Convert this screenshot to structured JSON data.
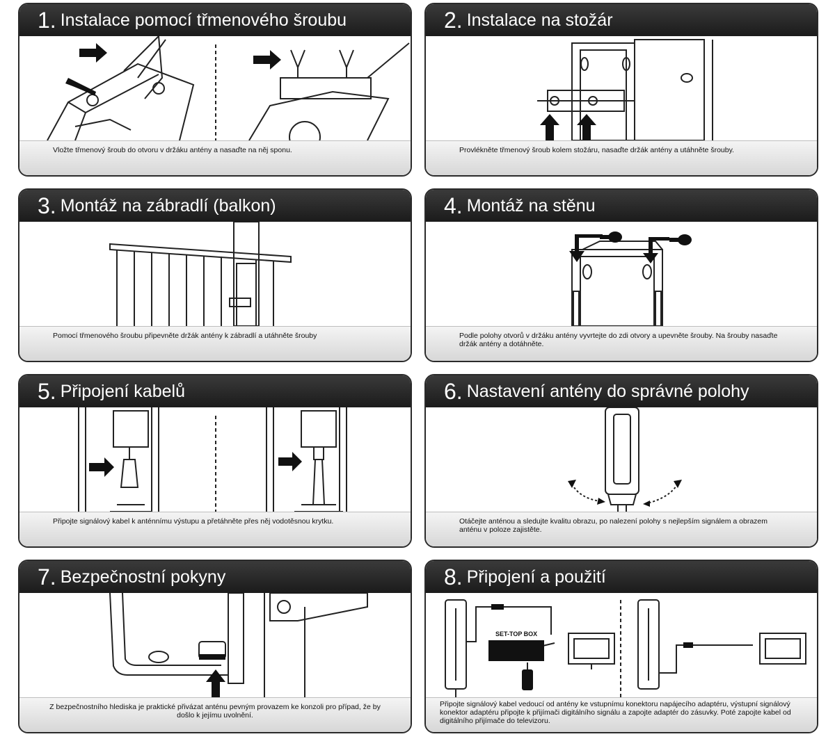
{
  "steps": [
    {
      "number": "1.",
      "title": "Instalace pomocí třmenového šroubu",
      "caption": "Vložte třmenový šroub do otvoru v držáku antény a nasaďte na něj sponu."
    },
    {
      "number": "2.",
      "title": "Instalace na stožár",
      "caption": "Provlékněte třmenový šroub kolem stožáru, nasaďte držák antény a utáhněte šrouby."
    },
    {
      "number": "3.",
      "title": "Montáž na zábradlí (balkon)",
      "caption": "Pomocí třmenového šroubu připevněte držák antény k zábradlí a utáhněte šrouby"
    },
    {
      "number": "4.",
      "title": "Montáž na stěnu",
      "caption": "Podle polohy otvorů v držáku antény vyvrtejte do zdi otvory a upevněte šrouby. Na šrouby nasaďte držák antény a dotáhněte."
    },
    {
      "number": "5.",
      "title": "Připojení kabelů",
      "caption": "Připojte signálový kabel k anténnímu výstupu a přetáhněte přes něj vodotěsnou krytku."
    },
    {
      "number": "6.",
      "title": "Nastavení antény do správné polohy",
      "caption": "Otáčejte anténou a sledujte kvalitu obrazu, po nalezení polohy s nejlepším signálem a obrazem anténu v poloze zajistěte."
    },
    {
      "number": "7.",
      "title": "Bezpečnostní pokyny",
      "caption": "Z bezpečnostního hlediska je praktické přivázat anténu pevným provazem ke konzoli pro případ, že by došlo k jejímu uvolnění."
    },
    {
      "number": "8.",
      "title": "Připojení a použití",
      "caption": "Připojte signálový kabel vedoucí od antény ke vstupnímu konektoru napájecího adaptéru, výstupní signálový konektor adaptéru připojte k přijímači digitálního signálu a zapojte adaptér do zásuvky. Poté zapojte kabel od digitálního přijímače do televizoru."
    }
  ],
  "labels": {
    "set_top_box": "SET-TOP BOX"
  }
}
